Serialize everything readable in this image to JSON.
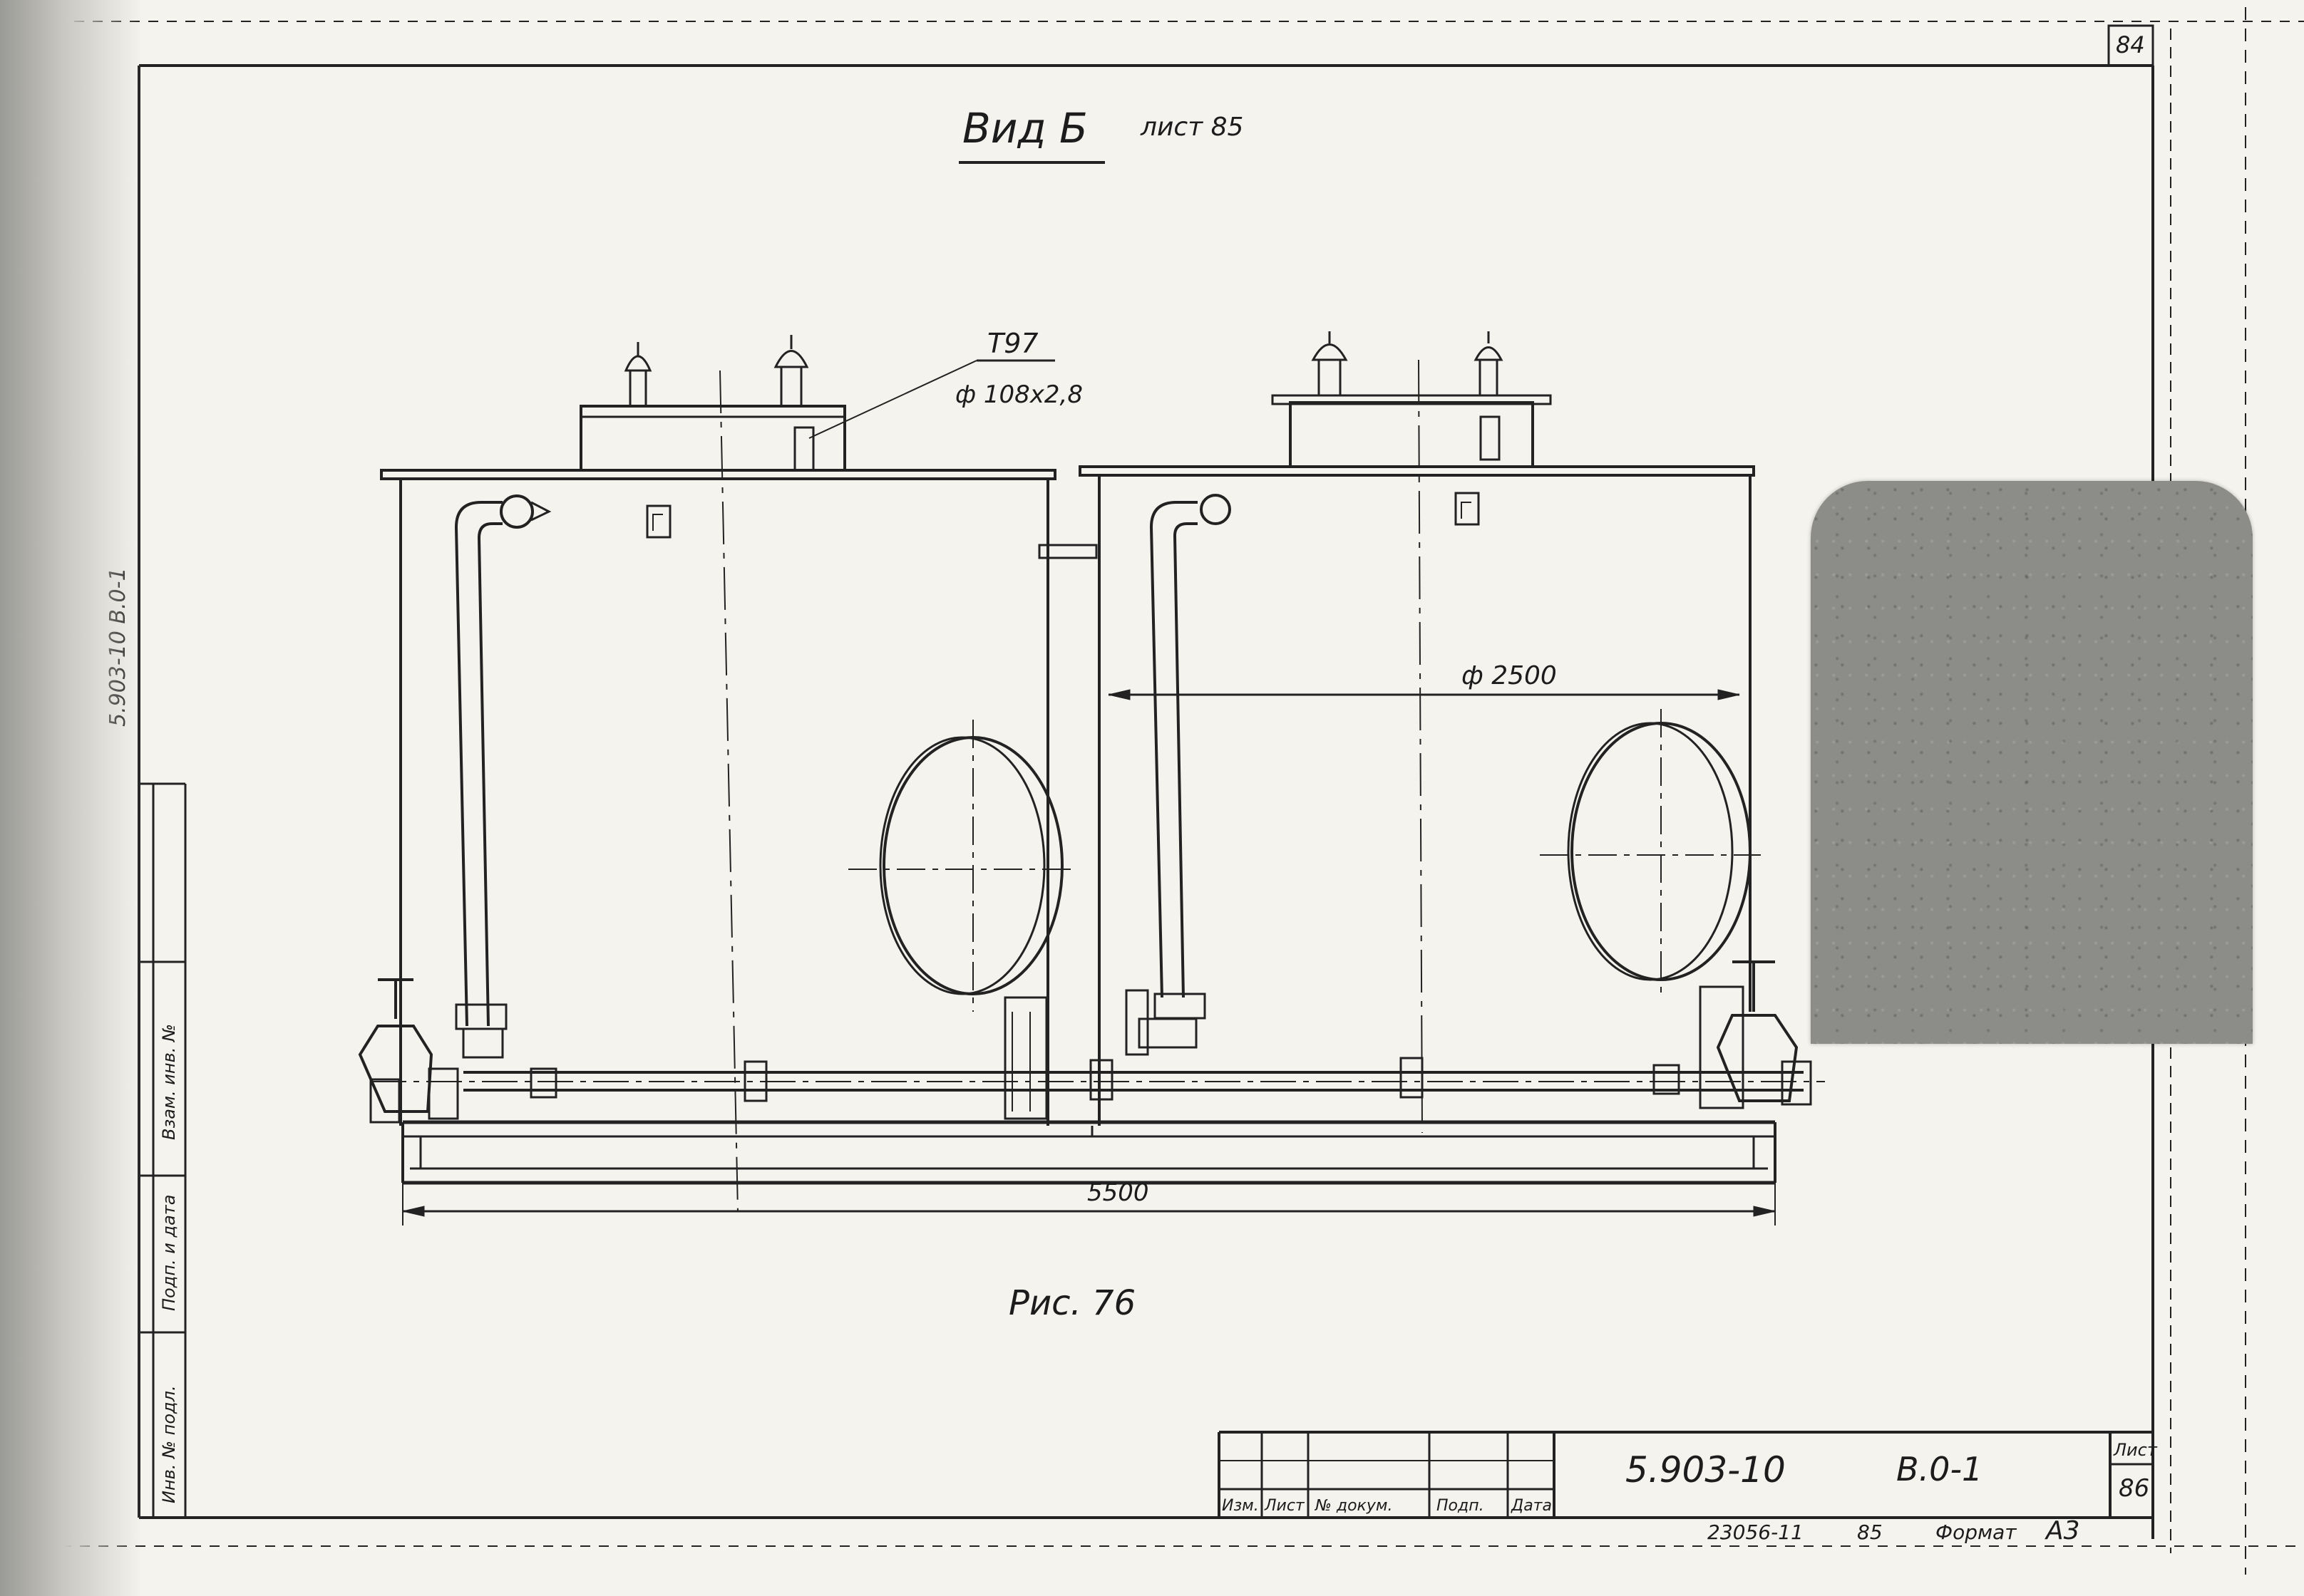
{
  "header": {
    "view_title": "Вид Б",
    "view_sheet_ref": "лист 85",
    "corner_sheet_number": "84"
  },
  "annotations": {
    "pipe_mark": "Т97",
    "pipe_size": "ф 108х2,8",
    "diameter_dim": "ф 2500",
    "length_dim": "5500"
  },
  "figure_caption": "Рис. 76",
  "left_strip": {
    "vertical_text": "5.903-10 В.0-1",
    "inventory_label": "Инв. № подл.",
    "signature_label": "Подп. и дата",
    "replace_label": "Взам. инв. №"
  },
  "title_block": {
    "columns": [
      "Изм.",
      "Лист",
      "№ докум.",
      "Подп.",
      "Дата"
    ],
    "designation": "5.903-10",
    "album": "В.0-1",
    "sheet_label": "Лист",
    "sheet_number": "86",
    "order_number": "23056-11",
    "order_suffix": "85",
    "format_label": "Формат",
    "format_value": "А3"
  }
}
